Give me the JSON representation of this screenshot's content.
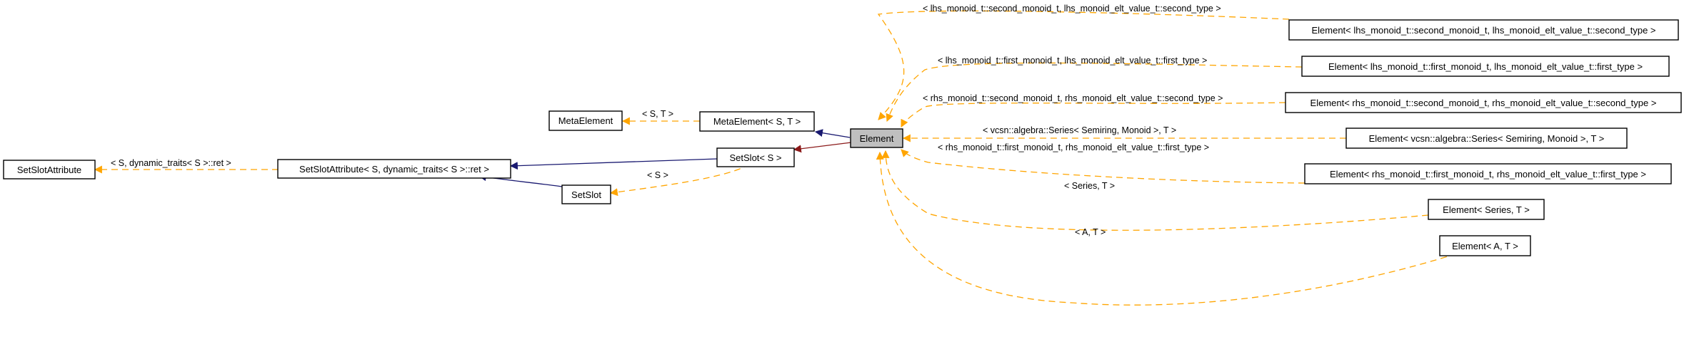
{
  "nodes": {
    "element": "Element",
    "meta_element": "MetaElement",
    "meta_element_st": "MetaElement< S, T >",
    "setslot_s": "SetSlot< S >",
    "setslot": "SetSlot",
    "setslot_attribute": "SetSlotAttribute",
    "setslot_attribute_dyn": "SetSlotAttribute< S, dynamic_traits< S >::ret >",
    "el_lhs_second": "Element< lhs_monoid_t::second_monoid_t, lhs_monoid_elt_value_t::second_type >",
    "el_lhs_first": "Element< lhs_monoid_t::first_monoid_t, lhs_monoid_elt_value_t::first_type >",
    "el_rhs_second": "Element< rhs_monoid_t::second_monoid_t, rhs_monoid_elt_value_t::second_type >",
    "el_vcsn_series": "Element< vcsn::algebra::Series< Semiring, Monoid >, T >",
    "el_rhs_first": "Element< rhs_monoid_t::first_monoid_t, rhs_monoid_elt_value_t::first_type >",
    "el_series_t": "Element< Series, T >",
    "el_a_t": "Element< A, T >"
  },
  "edge_labels": {
    "lhs_second": "< lhs_monoid_t::second_monoid_t, lhs_monoid_elt_value_t::second_type >",
    "lhs_first": "< lhs_monoid_t::first_monoid_t, lhs_monoid_elt_value_t::first_type >",
    "rhs_second": "< rhs_monoid_t::second_monoid_t, rhs_monoid_elt_value_t::second_type >",
    "vcsn_series": "< vcsn::algebra::Series< Semiring, Monoid >, T >",
    "rhs_first": "< rhs_monoid_t::first_monoid_t, rhs_monoid_elt_value_t::first_type >",
    "series_t": "< Series, T >",
    "a_t": "< A, T >",
    "s_t": "< S, T >",
    "s": "< S >",
    "s_dyn": "< S, dynamic_traits< S >::ret >"
  },
  "colors": {
    "template_edge": "#ffa500",
    "inheritance_edge": "#191970",
    "usage_edge": "#8b1a1a",
    "focus_fill": "#bfbfbf"
  }
}
